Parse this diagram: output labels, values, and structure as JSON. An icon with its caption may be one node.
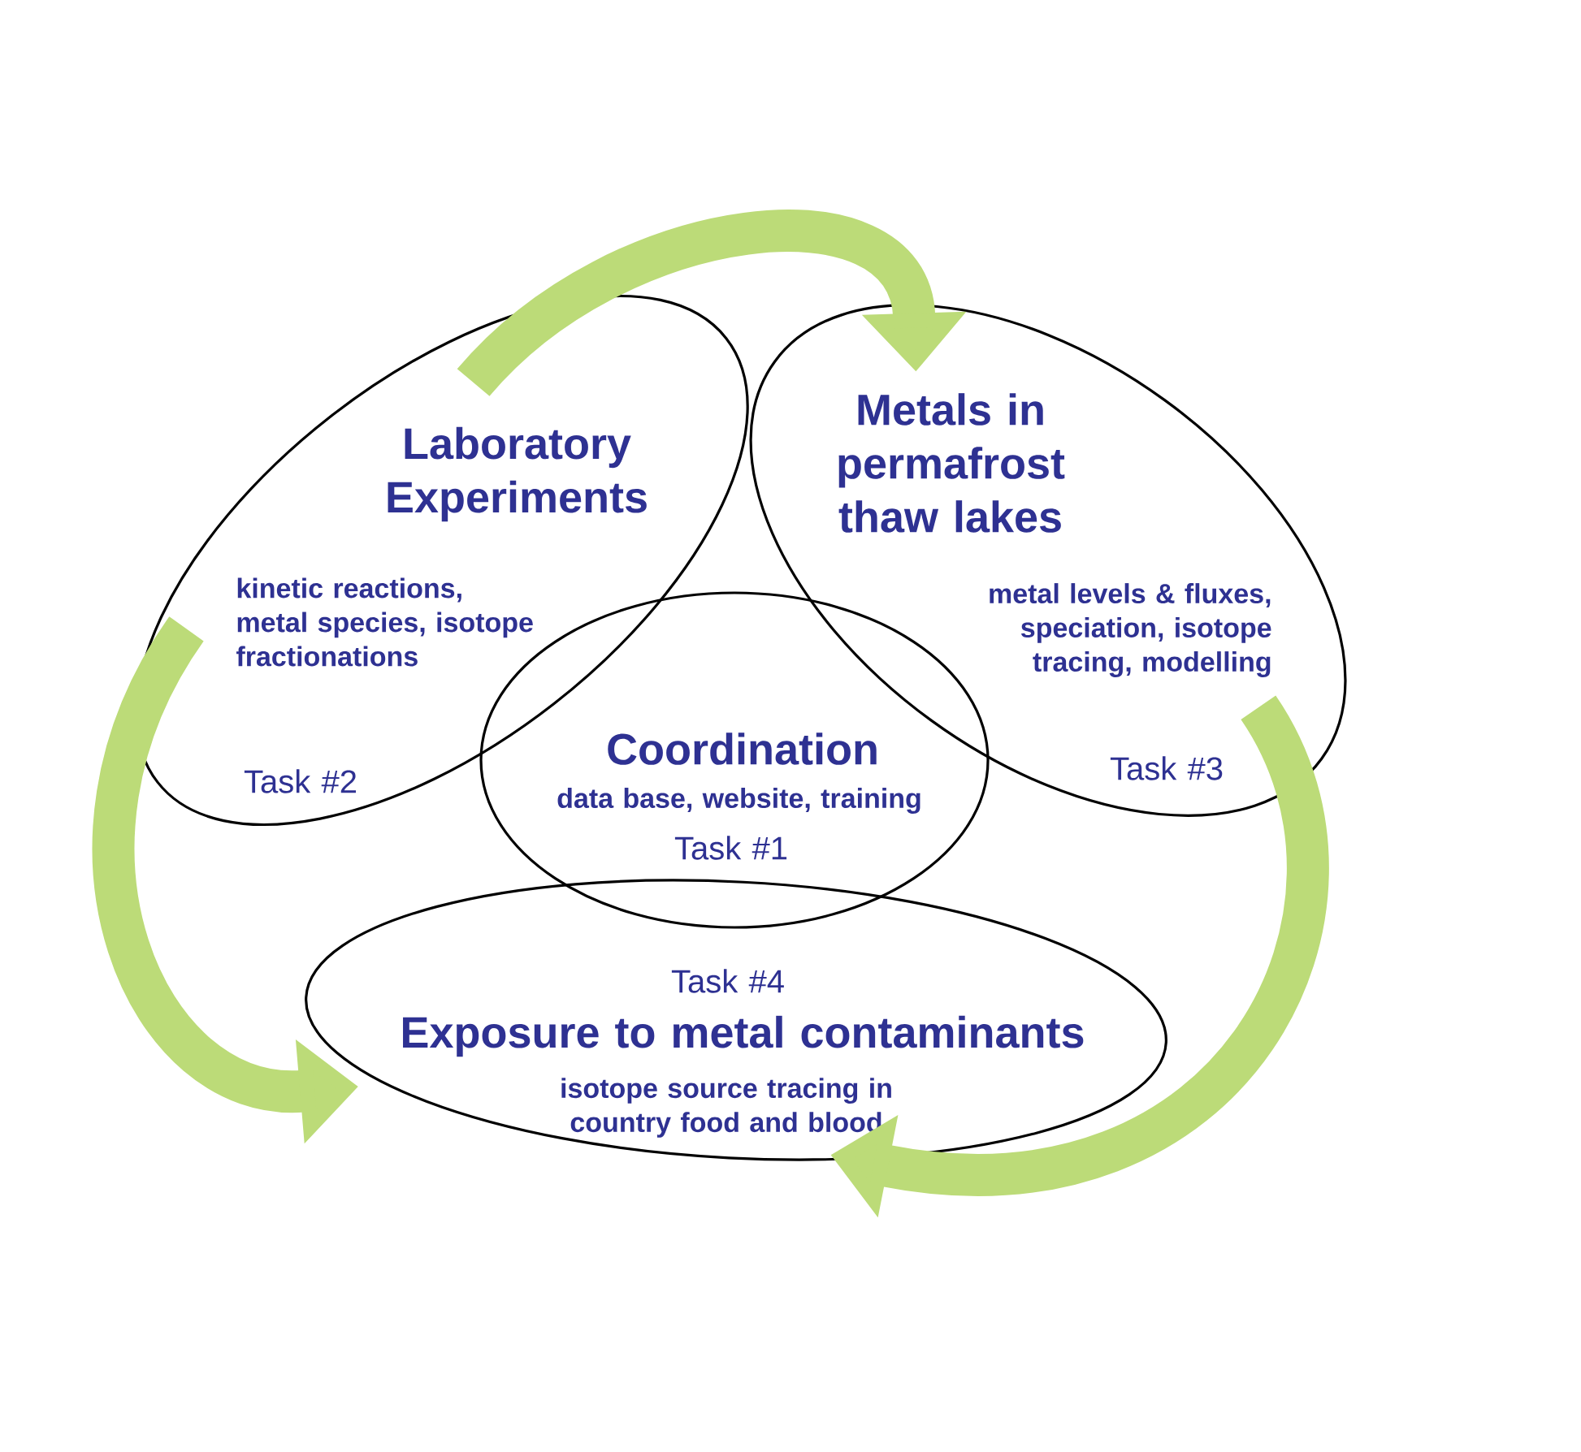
{
  "diagram": {
    "nodes": [
      {
        "text": [
          "Laboratory Experiments",
          "kinetic reactions, metal species, isotope fractionations",
          "Task #2"
        ]
      },
      {
        "text": [
          "Metals in permafrost thaw lakes",
          "metal levels & fluxes, speciation, isotope tracing, modelling",
          "Task #3"
        ]
      },
      {
        "text": [
          "Coordination",
          "data base, website, training",
          "Task #1"
        ]
      },
      {
        "text": [
          "Task #4",
          "Exposure to metal contaminants",
          "isotope source tracing in country food and blood"
        ]
      }
    ],
    "edges": [
      {
        "from": 0,
        "to": 1,
        "arrow": "to"
      },
      {
        "from": 1,
        "to": 3,
        "arrow": "to"
      },
      {
        "from": 0,
        "to": 3,
        "arrow": "to"
      }
    ]
  }
}
